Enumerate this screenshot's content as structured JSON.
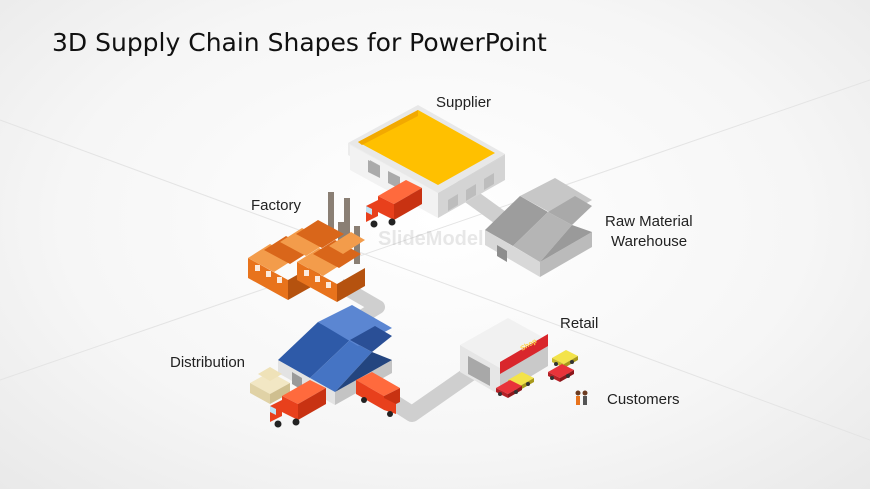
{
  "title": "3D Supply Chain Shapes for PowerPoint",
  "watermark": "SlideModel",
  "nodes": {
    "supplier": "Supplier",
    "raw_material_warehouse_line1": "Raw Material",
    "raw_material_warehouse_line2": "Warehouse",
    "factory": "Factory",
    "distribution": "Distribution",
    "retail": "Retail",
    "customers": "Customers"
  },
  "retail_sign": "Shop",
  "colors": {
    "supplier_roof": "#ffc000",
    "factory": "#e8731c",
    "distribution_roof": "#2e5aa8",
    "retail_sign": "#d9262c",
    "truck": "#e8401c",
    "road": "#c9c9c9"
  }
}
